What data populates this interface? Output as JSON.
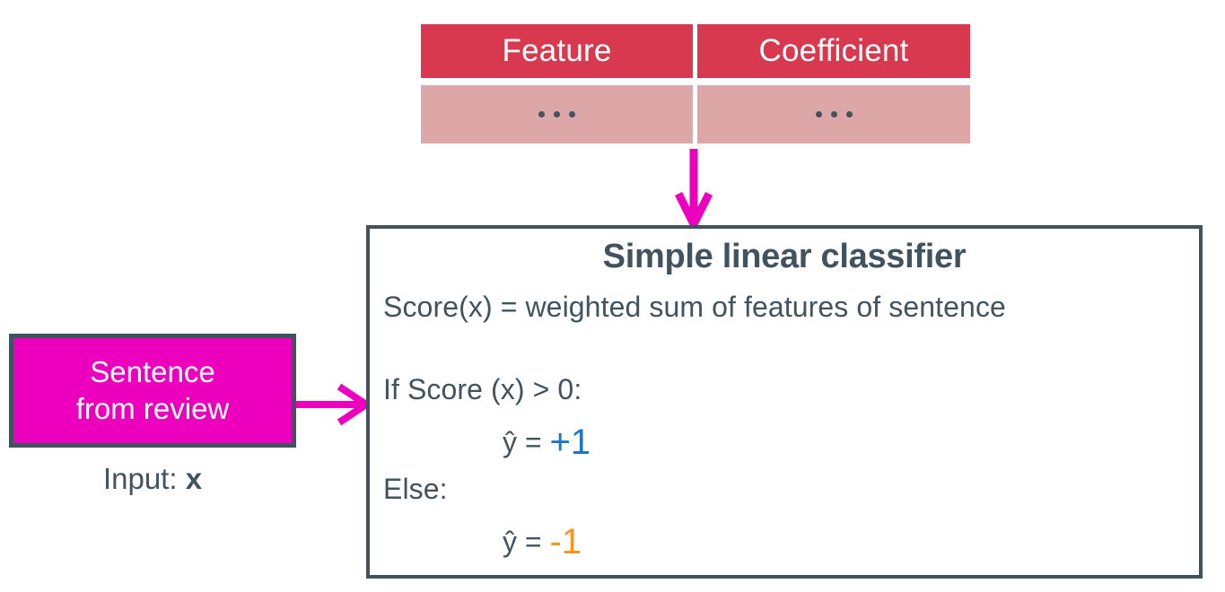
{
  "diagram": {
    "title": "Simple linear classifier diagram",
    "colors": {
      "table_header_red": "#d8394f",
      "table_row_pink": "#dda6a7",
      "magenta": "#ec00bd",
      "slate": "#40535f",
      "positive_blue": "#1a76c4",
      "negative_orange": "#f7941e",
      "background": "#ffffff"
    }
  },
  "feature_table": {
    "headers": [
      "Feature",
      "Coefficient"
    ],
    "rows": [
      [
        "...",
        "..."
      ]
    ],
    "ellipsis_glyph": "..."
  },
  "arrows": {
    "table_to_classifier": "arrow-down-icon",
    "input_to_classifier": "arrow-right-icon"
  },
  "input_node": {
    "line1": "Sentence",
    "line2": "from review",
    "caption_prefix": "Input: ",
    "caption_symbol": "x"
  },
  "classifier": {
    "title": "Simple linear classifier",
    "score_line": "Score(x) = weighted sum of features of sentence",
    "if_line": "If Score (x) > 0:",
    "else_line": "Else:",
    "positive": {
      "lhs": "ŷ = ",
      "value": "+1"
    },
    "negative": {
      "lhs": "ŷ = ",
      "value": "-1"
    }
  }
}
